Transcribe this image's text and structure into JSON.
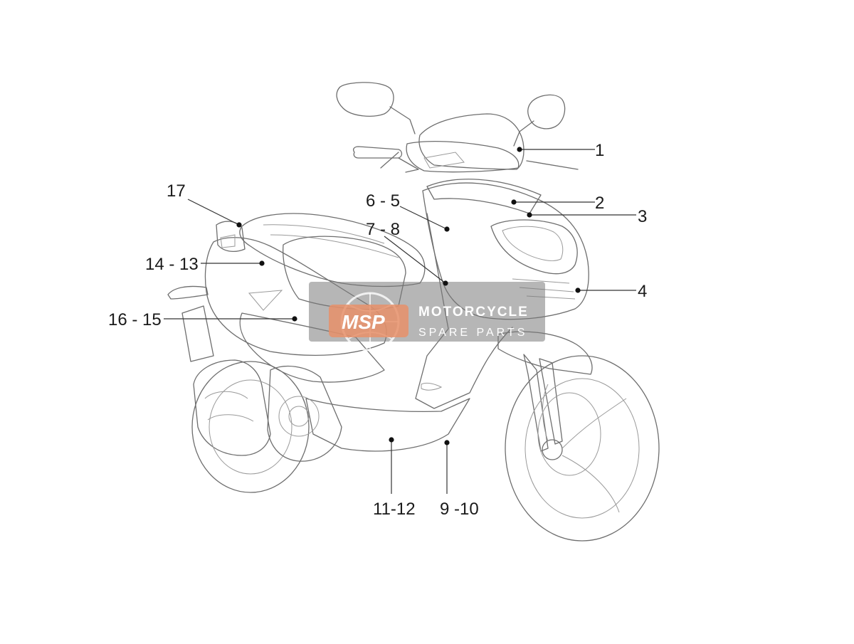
{
  "callouts": [
    {
      "id": "c1",
      "label": "1"
    },
    {
      "id": "c2",
      "label": "2"
    },
    {
      "id": "c3",
      "label": "3"
    },
    {
      "id": "c4",
      "label": "4"
    },
    {
      "id": "c65",
      "label": "6 - 5"
    },
    {
      "id": "c78",
      "label": "7 - 8"
    },
    {
      "id": "c17",
      "label": "17"
    },
    {
      "id": "c1413",
      "label": "14 - 13"
    },
    {
      "id": "c1615",
      "label": "16 - 15"
    },
    {
      "id": "c1112",
      "label": "11-12"
    },
    {
      "id": "c910",
      "label": "9 -10"
    }
  ],
  "watermark": {
    "logo_text": "MSP",
    "title": "MOTORCYCLE",
    "subtitle": "SPARE PARTS"
  },
  "model_badge_icon": "model-script-badge",
  "colors": {
    "line": "#6e6e6e",
    "watermark_box": "#7a7a7a",
    "watermark_logo": "#e8906a"
  }
}
